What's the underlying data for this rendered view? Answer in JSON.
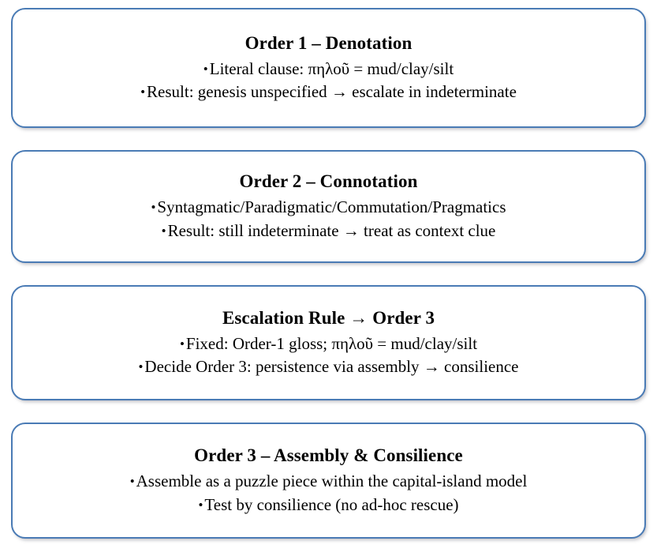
{
  "diagram": {
    "type": "flow-stack",
    "accent_color": "#4A7BB5",
    "background_color": "#FFFFFF",
    "text_color": "#000000",
    "bullet_glyph": "•",
    "boxes": [
      {
        "id": "order-1-denotation",
        "title": "Order 1 – Denotation",
        "lines": [
          "Literal clause: πηλοῦ = mud/clay/silt",
          "Result: genesis unspecified → escalate in indeterminate"
        ]
      },
      {
        "id": "order-2-connotation",
        "title": "Order 2 – Connotation",
        "lines": [
          "Syntagmatic/Paradigmatic/Commutation/Pragmatics",
          "Result: still indeterminate → treat as context clue"
        ]
      },
      {
        "id": "escalation-rule-order-3",
        "title": "Escalation Rule → Order 3",
        "lines": [
          "Fixed: Order-1 gloss; πηλοῦ = mud/clay/silt",
          "Decide Order 3: persistence via assembly → consilience"
        ]
      },
      {
        "id": "order-3-assembly-consilience",
        "title": "Order 3 – Assembly & Consilience",
        "lines": [
          "Assemble as a puzzle piece within the capital-island model",
          "Test by consilience (no ad-hoc rescue)"
        ]
      }
    ]
  }
}
